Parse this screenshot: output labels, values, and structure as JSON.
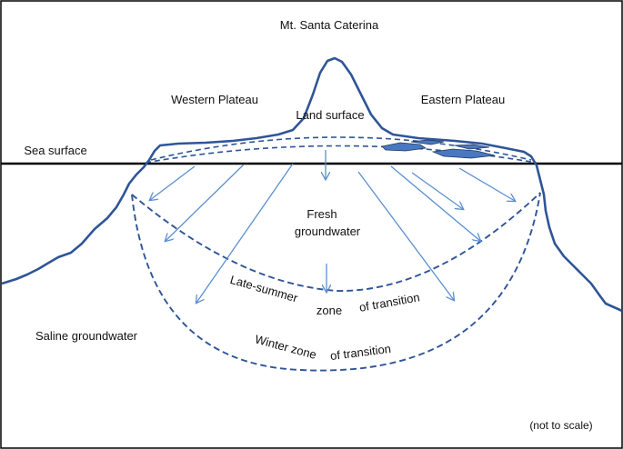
{
  "labels": {
    "mountain": "Mt. Santa Caterina",
    "western_plateau": "Western Plateau",
    "eastern_plateau": "Eastern Plateau",
    "land_surface": "Land surface",
    "sea_surface": "Sea surface",
    "fresh_line1": "Fresh",
    "fresh_line2": "groundwater",
    "late_summer_1": "Late-summer",
    "late_summer_2": "zone",
    "late_summer_3": "of transition",
    "winter_1": "Winter zone",
    "winter_2": "of transition",
    "saline": "Saline groundwater",
    "scale_note": "(not to scale)"
  },
  "colors": {
    "outline": "#000000",
    "terrain": "#2f5597",
    "arrow": "#5b8fd0",
    "zone_dash": "#2f5597",
    "pond_fill": "#4a78c0"
  }
}
